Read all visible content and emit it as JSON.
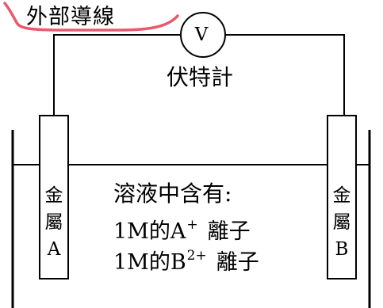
{
  "wire_label": "外部導線",
  "voltmeter": {
    "symbol": "V",
    "label": "伏特計"
  },
  "electrode_a": {
    "line1": "金",
    "line2": "屬",
    "line3": "A"
  },
  "electrode_b": {
    "line1": "金",
    "line2": "屬",
    "line3": "B"
  },
  "solution": {
    "title": "溶液中含有:",
    "ion_a": {
      "prefix": "1M的A",
      "charge": "+",
      "suffix": "離子"
    },
    "ion_b": {
      "prefix": "1M的B",
      "charge": "2+",
      "suffix": "離子"
    }
  },
  "colors": {
    "line": "#000000",
    "highlight": "#e85a6e"
  }
}
